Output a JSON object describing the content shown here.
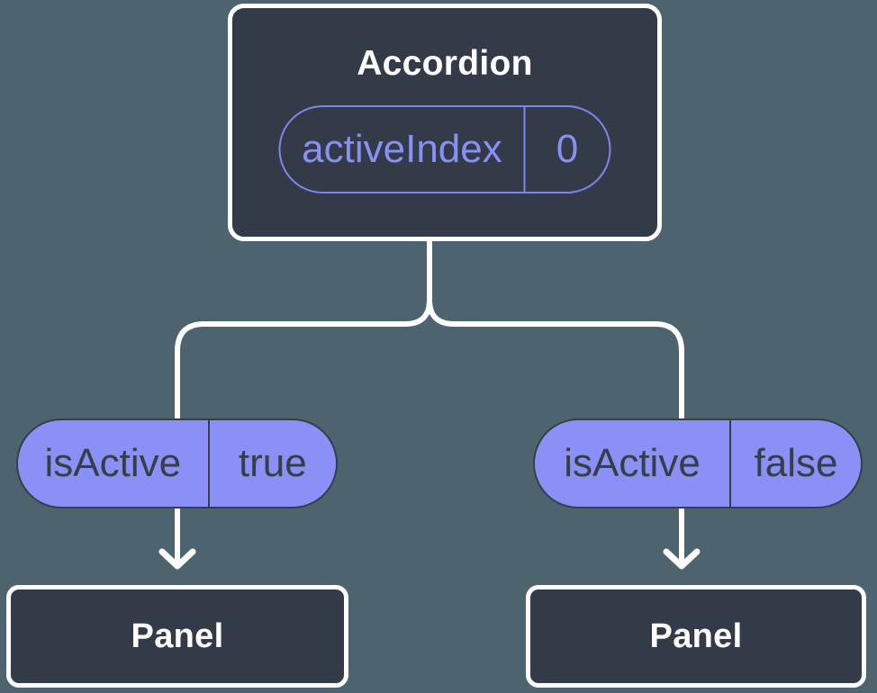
{
  "colors": {
    "background": "#4d646e",
    "node-fill": "#343b48",
    "node-border": "#ffffff",
    "node-text": "#ffffff",
    "pill-fill": "#8a90f5",
    "pill-border": "#363e4a",
    "pill-text": "#363e4a",
    "outline-pill-border": "#7e86ee",
    "outline-pill-text": "#8890f6",
    "line": "#ffffff"
  },
  "root_node": {
    "title": "Accordion",
    "prop_name": "activeIndex",
    "prop_value": "0"
  },
  "branches": [
    {
      "prop_name": "isActive",
      "prop_value": "true",
      "child_title": "Panel"
    },
    {
      "prop_name": "isActive",
      "prop_value": "false",
      "child_title": "Panel"
    }
  ]
}
